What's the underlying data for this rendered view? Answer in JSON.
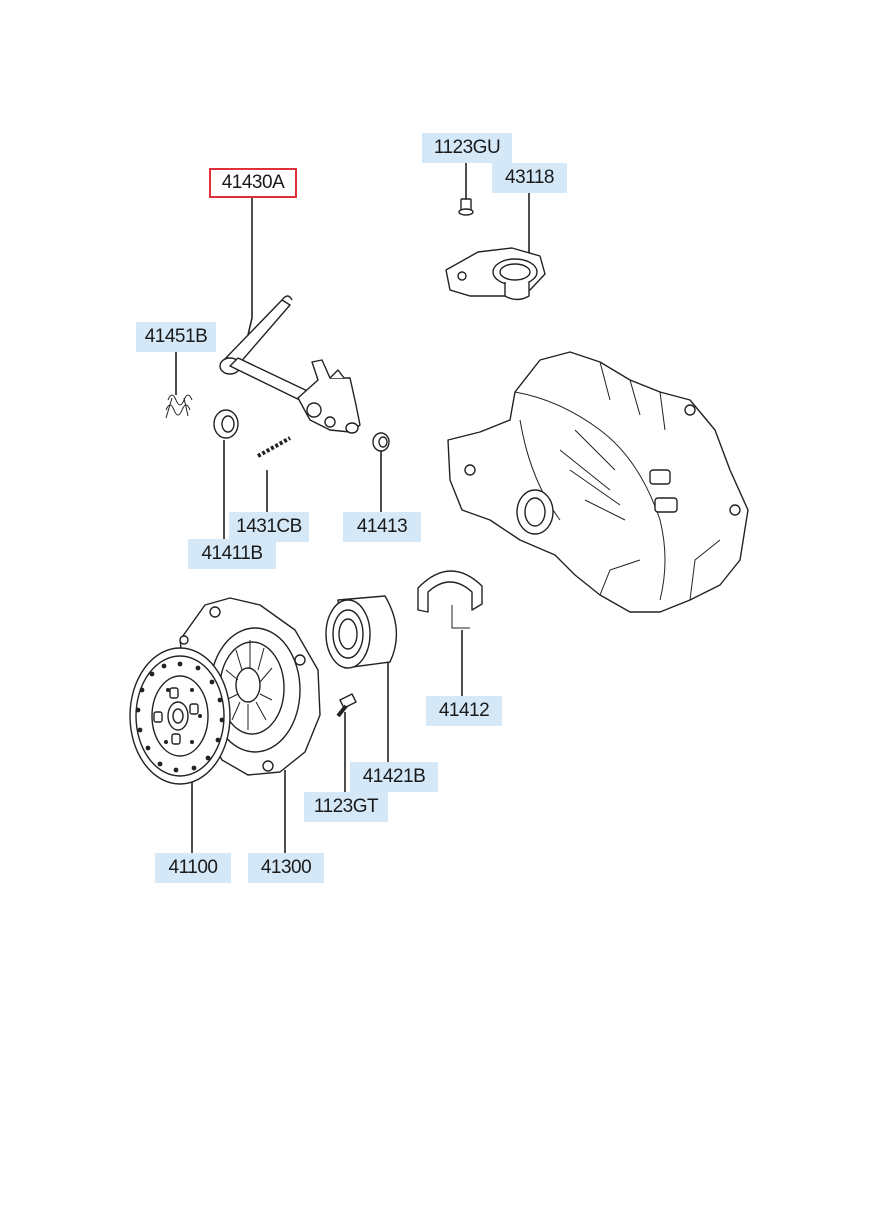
{
  "callouts": {
    "p41430A": "41430A",
    "p1123GU": "1123GU",
    "p43118": "43118",
    "p41451B": "41451B",
    "p1431CB": "1431CB",
    "p41413": "41413",
    "p41411B": "41411B",
    "p41412": "41412",
    "p41421B": "41421B",
    "p1123GT": "1123GT",
    "p41100": "41100",
    "p41300": "41300"
  },
  "selected_part": "41430A",
  "colors": {
    "callout_bg": "#d4e8f8",
    "selected_border": "#e0303a",
    "line": "#222222"
  }
}
